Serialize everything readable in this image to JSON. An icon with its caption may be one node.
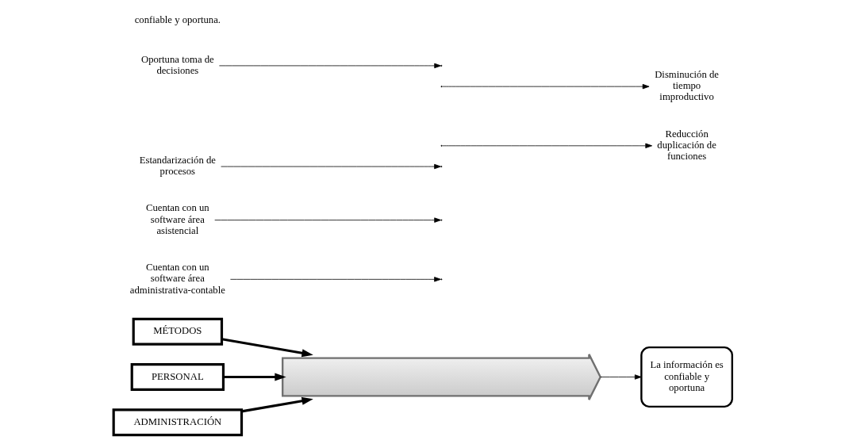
{
  "diagram": {
    "nodes": [
      {
        "text": [],
        "shape": "arrow"
      },
      {
        "text": [
          "La información es confiable y oportuna"
        ]
      },
      {
        "text": [
          "MÉTODOS"
        ]
      },
      {
        "text": [
          "PERSONAL"
        ]
      },
      {
        "text": [
          "ADMINISTRACIÓN"
        ]
      },
      {
        "text": [
          "Cuentan con un software área administrativa-contable"
        ]
      },
      {
        "text": [
          "Cuentan con un software área asistencial"
        ]
      },
      {
        "text": [
          "Estandarización de procesos"
        ]
      },
      {
        "text": [
          "Reducción duplicación de funciones"
        ]
      },
      {
        "text": [
          "Disminución de tiempo improductivo"
        ]
      },
      {
        "text": [
          "Oportuna toma de decisiones"
        ]
      }
    ],
    "edges": [
      {
        "from": 0,
        "to": 1,
        "arrow": "to"
      },
      {
        "from": 2,
        "to": 0,
        "arrow": "to",
        "style": "thick"
      },
      {
        "from": 3,
        "to": 0,
        "arrow": "to",
        "style": "thick"
      },
      {
        "from": 4,
        "to": 0,
        "arrow": "to",
        "style": "thick"
      },
      {
        "from": 5,
        "to": null,
        "arrow": "to"
      },
      {
        "from": 6,
        "to": null,
        "arrow": "to"
      },
      {
        "from": 7,
        "to": null,
        "arrow": "to"
      },
      {
        "from": null,
        "to": 8,
        "arrow": "to"
      },
      {
        "from": null,
        "to": 9,
        "arrow": "to"
      },
      {
        "from": 10,
        "to": null,
        "arrow": "to"
      }
    ],
    "labels": [
      "confiable y oportuna."
    ]
  }
}
